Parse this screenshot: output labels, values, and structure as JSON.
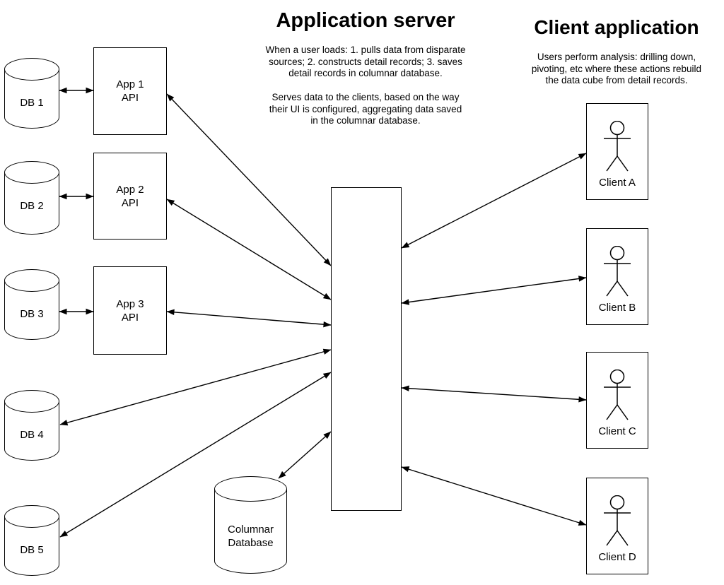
{
  "colors": {
    "stroke": "#000000",
    "background": "#ffffff"
  },
  "sections": {
    "application_server": {
      "title": "Application server",
      "description_1": "When a user loads: 1. pulls data from disparate\nsources; 2. constructs detail records; 3. saves\ndetail records in columnar database.",
      "description_2": "Serves data to the clients, based on the way\ntheir UI is configured, aggregating data saved\nin the columnar database."
    },
    "client_application": {
      "title": "Client application",
      "description": "Users perform analysis: drilling down,\npivoting, etc where these actions rebuild\nthe data cube from detail records."
    }
  },
  "source_databases": [
    {
      "label": "DB 1"
    },
    {
      "label": "DB 2"
    },
    {
      "label": "DB 3"
    },
    {
      "label": "DB 4"
    },
    {
      "label": "DB 5"
    }
  ],
  "app_apis": [
    {
      "line1": "App 1",
      "line2": "API"
    },
    {
      "line1": "App 2",
      "line2": "API"
    },
    {
      "line1": "App 3",
      "line2": "API"
    }
  ],
  "application_server_box": {
    "label": ""
  },
  "columnar_database": {
    "line1": "Columnar",
    "line2": "Database"
  },
  "clients": [
    {
      "label": "Client A"
    },
    {
      "label": "Client B"
    },
    {
      "label": "Client C"
    },
    {
      "label": "Client D"
    }
  ],
  "icons": {
    "client": "stick-figure-icon",
    "database": "cylinder-shape",
    "connector": "double-headed-arrow"
  }
}
